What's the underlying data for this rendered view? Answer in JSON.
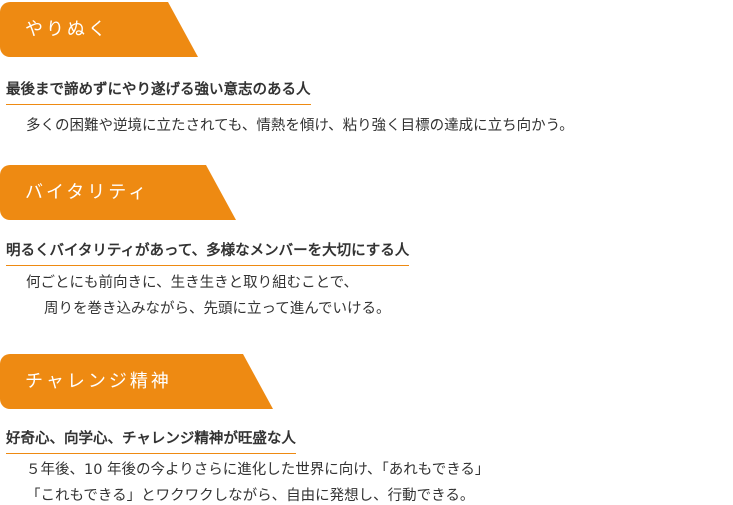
{
  "accent_color": "#ee8a12",
  "sections": [
    {
      "tab_label": "やりぬく",
      "subtitle": "最後まで諦めずにやり遂げる強い意志のある人",
      "description_lines": [
        "多くの困難や逆境に立たされても、情熱を傾け、粘り強く目標の達成に立ち向かう。"
      ]
    },
    {
      "tab_label": "バイタリティ",
      "subtitle": "明るくバイタリティがあって、多様なメンバーを大切にする人",
      "description_lines": [
        "何ごとにも前向きに、生き生きと取り組むことで、",
        "周りを巻き込みながら、先頭に立って進んでいける。"
      ]
    },
    {
      "tab_label": "チャレンジ精神",
      "subtitle": "好奇心、向学心、チャレンジ精神が旺盛な人",
      "description_lines": [
        "５年後、10 年後の今よりさらに進化した世界に向け、「あれもできる」",
        "「これもできる」とワクワクしながら、自由に発想し、行動できる。"
      ]
    }
  ]
}
